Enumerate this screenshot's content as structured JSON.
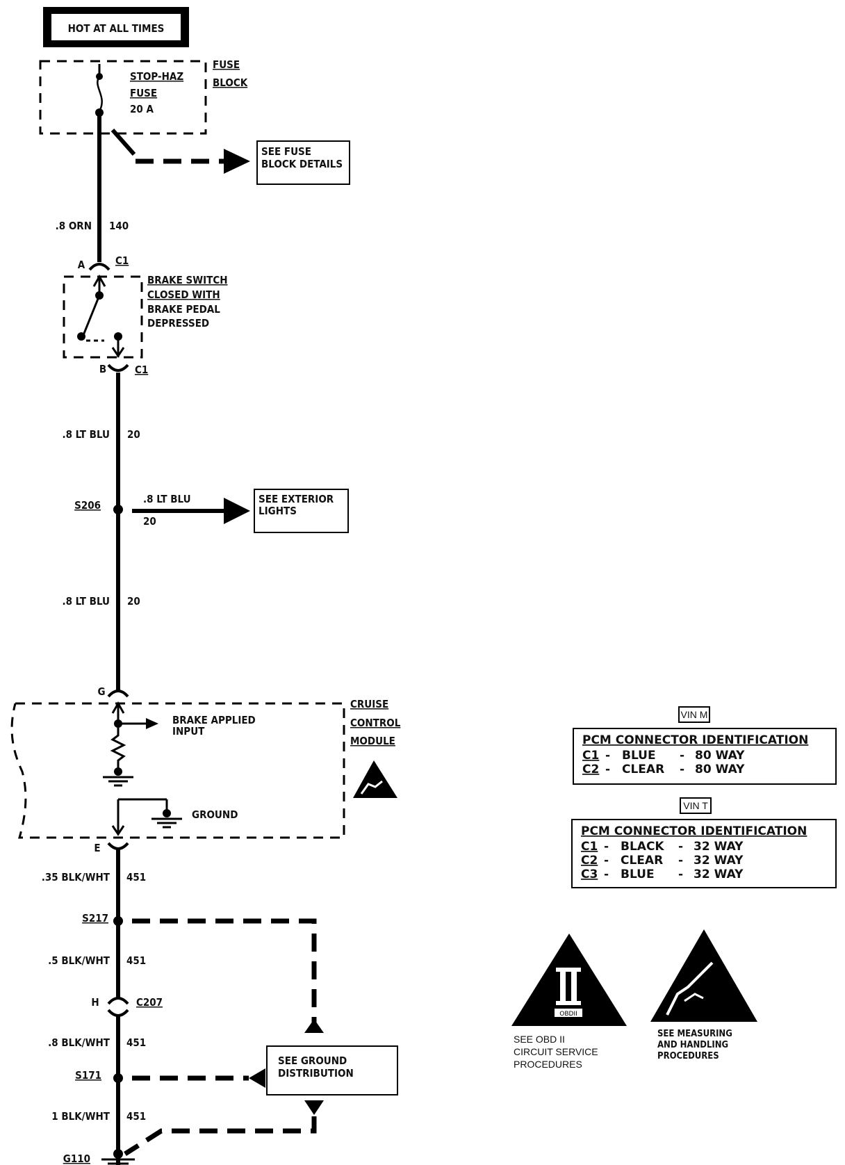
{
  "power": {
    "label": "HOT AT ALL TIMES"
  },
  "fuse_block": {
    "fuse_name_1": "STOP-HAZ",
    "fuse_name_2": "FUSE",
    "rating": "20 A",
    "label_1": "FUSE",
    "label_2": "BLOCK"
  },
  "fuse_ref": {
    "line1": "SEE FUSE",
    "line2": "BLOCK DETAILS"
  },
  "wire_140": {
    "gauge": ".8 ORN",
    "circuit": "140"
  },
  "brake_switch": {
    "pin_top": "A",
    "pin_bottom": "B",
    "connector": "C1",
    "line1": "BRAKE SWITCH",
    "line2": "CLOSED WITH",
    "line3": "BRAKE PEDAL",
    "line4": "DEPRESSED"
  },
  "wire_20_upper": {
    "gauge": ".8 LT BLU",
    "circuit": "20"
  },
  "splice_s206": {
    "label": "S206",
    "branch_gauge": ".8 LT BLU",
    "branch_circuit": "20"
  },
  "exterior_ref": {
    "line1": "SEE EXTERIOR",
    "line2": "LIGHTS"
  },
  "wire_20_lower": {
    "gauge": ".8 LT BLU",
    "circuit": "20"
  },
  "cruise_module": {
    "pin_top": "G",
    "pin_bottom": "E",
    "label_1": "CRUISE",
    "label_2": "CONTROL",
    "label_3": "MODULE",
    "input_1": "BRAKE APPLIED",
    "input_2": "INPUT",
    "ground": "GROUND"
  },
  "wire_451_a": {
    "gauge": ".35 BLK/WHT",
    "circuit": "451"
  },
  "splice_s217": {
    "label": "S217"
  },
  "wire_451_b": {
    "gauge": ".5 BLK/WHT",
    "circuit": "451"
  },
  "connector_c207": {
    "pin": "H",
    "label": "C207"
  },
  "wire_451_c": {
    "gauge": ".8 BLK/WHT",
    "circuit": "451"
  },
  "splice_s171": {
    "label": "S171"
  },
  "ground_ref": {
    "line1": "SEE GROUND",
    "line2": "DISTRIBUTION"
  },
  "wire_451_d": {
    "gauge": "1 BLK/WHT",
    "circuit": "451"
  },
  "ground_g110": {
    "label": "G110"
  },
  "pcm_vin_m": {
    "vin": "VIN M",
    "title": "PCM CONNECTOR IDENTIFICATION",
    "rows": [
      {
        "conn": "C1",
        "color": "BLUE",
        "ways": "80 WAY"
      },
      {
        "conn": "C2",
        "color": "CLEAR",
        "ways": "80 WAY"
      }
    ]
  },
  "pcm_vin_t": {
    "vin": "VIN T",
    "title": "PCM CONNECTOR IDENTIFICATION",
    "rows": [
      {
        "conn": "C1",
        "color": "BLACK",
        "ways": "32 WAY"
      },
      {
        "conn": "C2",
        "color": "CLEAR",
        "ways": "32 WAY"
      },
      {
        "conn": "C3",
        "color": "BLUE",
        "ways": "32 WAY"
      }
    ]
  },
  "obd_symbol": {
    "badge": "OBDII",
    "line1": "SEE OBD II",
    "line2": "CIRCUIT SERVICE",
    "line3": "PROCEDURES"
  },
  "esd_symbol": {
    "line1": "SEE MEASURING",
    "line2": "AND HANDLING",
    "line3": "PROCEDURES"
  }
}
